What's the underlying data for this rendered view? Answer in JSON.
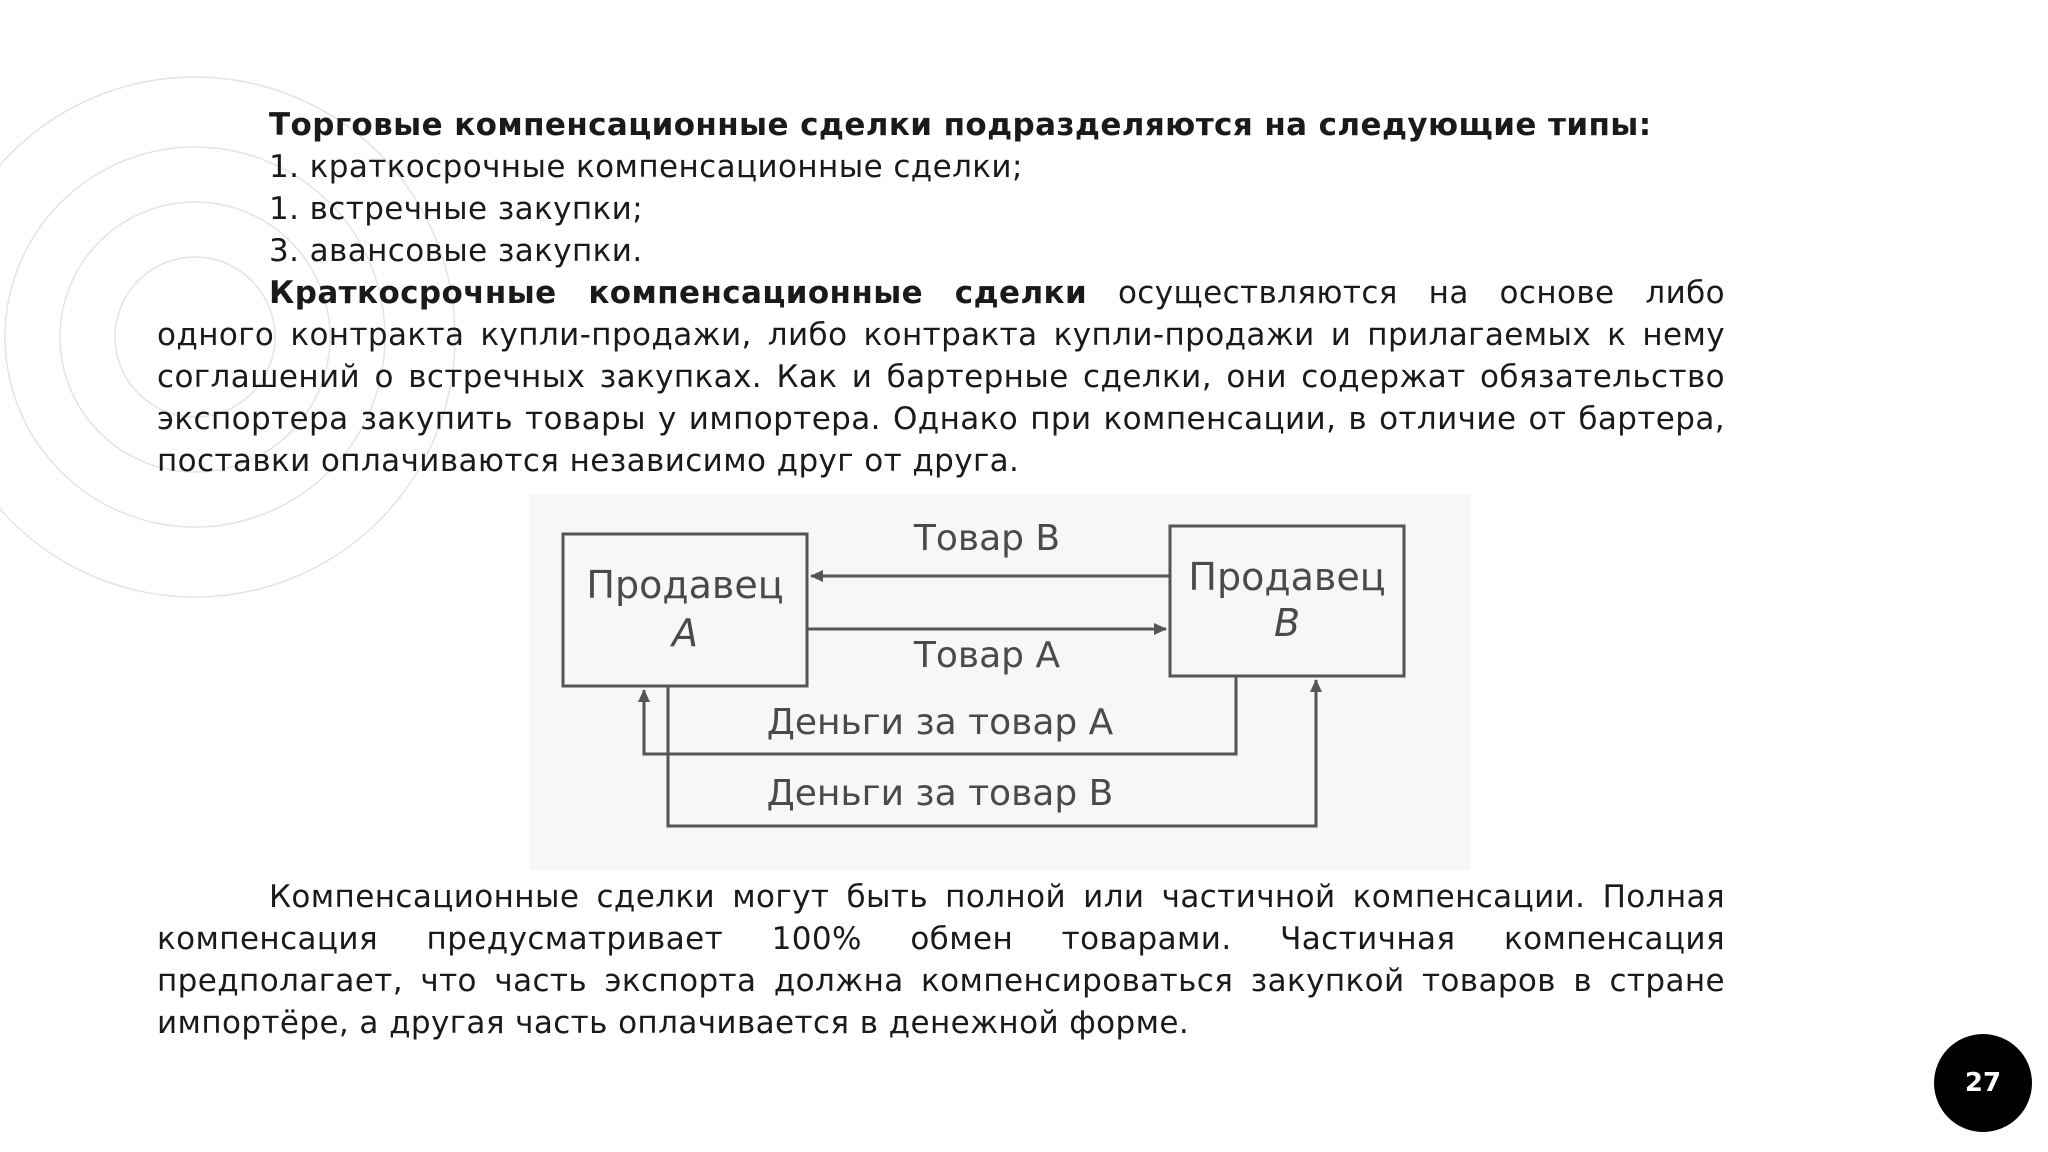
{
  "document": {
    "heading": "Торговые компенсационные сделки подразделяются на следующие типы:",
    "list": [
      "1. краткосрочные компенсационные сделки;",
      "1. встречные закупки;",
      "3. авансовые закупки."
    ],
    "para1_bold": "Краткосрочные компенсационные сделки",
    "para1_rest": " осуществляются на основе либо одного контракта купли-продажи, либо контракта купли-продажи и прилагаемых к нему соглашений о встречных закупках. Как и бартерные сделки, они содержат обязательство экспортера закупить товары у импортера. Однако при компенсации, в отличие от бартера, поставки оплачиваются независимо друг от друга.",
    "para2": "Компенсационные сделки могут быть полной или частичной компенсации. Полная компенсация предусматривает 100% обмен товарами. Частичная компенсация предполагает, что часть экспорта должна компенсироваться закупкой товаров в стране импортёре, а другая часть оплачивается в денежной форме."
  },
  "diagram": {
    "seller_a_line1": "Продавец",
    "seller_a_line2": "А",
    "seller_b_line1": "Продавец",
    "seller_b_line2": "В",
    "goods_b": "Товар В",
    "goods_a": "Товар А",
    "money_a": "Деньги за товар А",
    "money_b": "Деньги за товар В"
  },
  "page": {
    "number": "27"
  }
}
